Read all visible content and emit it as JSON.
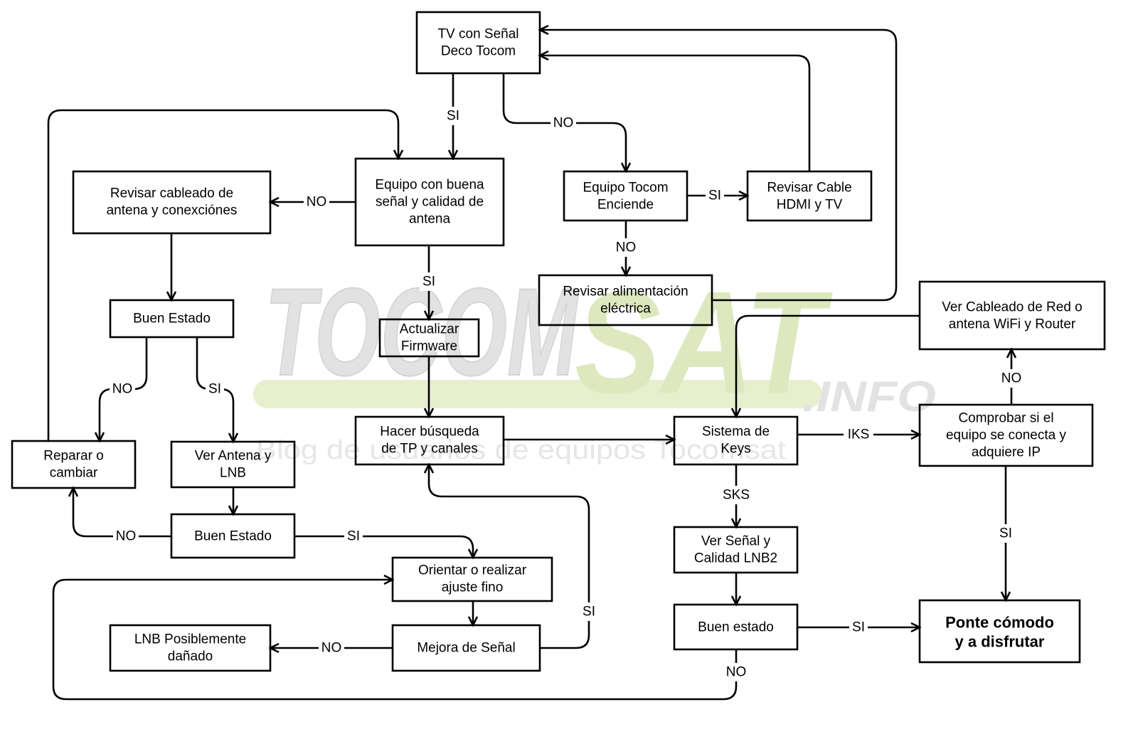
{
  "colors": {
    "line": "#000000",
    "watermark_gray": "#e2e2e2",
    "watermark_green": "#dde8bf",
    "watermark_swoosh": "#e7efcf"
  },
  "watermark": {
    "brand_part1": "TOCOM",
    "brand_part2": "SAT",
    "brand_suffix": ".INFO",
    "tagline": "Blog de usuarios de equipos Tocomsat"
  },
  "nodes": {
    "tv": {
      "lines": [
        "TV con Señal",
        "Deco Tocom"
      ]
    },
    "equipo_senal": {
      "lines": [
        "Equipo con buena",
        "señal y calidad de",
        "antena"
      ]
    },
    "revisar_cableado": {
      "lines": [
        "Revisar cableado de",
        "antena y conexciónes"
      ]
    },
    "equipo_enciende": {
      "lines": [
        "Equipo Tocom",
        "Enciende"
      ]
    },
    "revisar_hdmi": {
      "lines": [
        "Revisar Cable",
        "HDMI y TV"
      ]
    },
    "revisar_alimentacion": {
      "lines": [
        "Revisar alimentación",
        "eléctrica"
      ]
    },
    "buen_estado_1": {
      "lines": [
        "Buen Estado"
      ]
    },
    "actualizar_firmware": {
      "lines": [
        "Actualizar",
        "Firmware"
      ]
    },
    "ver_cableado_red": {
      "lines": [
        "Ver Cableado de Red o",
        "antena WiFi y Router"
      ]
    },
    "hacer_busqueda": {
      "lines": [
        "Hacer búsqueda",
        "de TP y canales"
      ]
    },
    "sistema_keys": {
      "lines": [
        "Sistema de",
        "Keys"
      ]
    },
    "comprobar_ip": {
      "lines": [
        "Comprobar si el",
        "equipo se conecta y",
        "adquiere IP"
      ]
    },
    "reparar": {
      "lines": [
        "Reparar o",
        "cambiar"
      ]
    },
    "ver_antena_lnb": {
      "lines": [
        "Ver Antena y",
        "LNB"
      ]
    },
    "buen_estado_2": {
      "lines": [
        "Buen Estado"
      ]
    },
    "ver_senal_lnb2": {
      "lines": [
        "Ver Señal y",
        "Calidad LNB2"
      ]
    },
    "orientar": {
      "lines": [
        "Orientar o realizar",
        "ajuste fino"
      ]
    },
    "lnb_danado": {
      "lines": [
        "LNB Posiblemente",
        "dañado"
      ]
    },
    "mejora_senal": {
      "lines": [
        "Mejora de Señal"
      ]
    },
    "buen_estado_3": {
      "lines": [
        "Buen estado"
      ]
    },
    "ponte_comodo": {
      "lines": [
        "Ponte cómodo",
        "y a disfrutar"
      ]
    }
  },
  "edges": {
    "tv_to_equipo_senal": {
      "label": "SI"
    },
    "tv_to_equipo_enciende": {
      "label": "NO"
    },
    "equipo_enciende_to_revisar_hdmi": {
      "label": "SI"
    },
    "revisar_hdmi_to_tv": {},
    "equipo_enciende_to_revisar_alimentacion": {
      "label": "NO"
    },
    "revisar_alimentacion_to_tv": {},
    "equipo_senal_to_revisar_cableado": {
      "label": "NO"
    },
    "equipo_senal_to_actualizar_firmware": {
      "label": "SI"
    },
    "actualizar_firmware_to_hacer_busqueda": {},
    "revisar_cableado_to_buen_estado_1": {},
    "buen_estado_1_to_reparar": {
      "label": "NO"
    },
    "buen_estado_1_to_ver_antena_lnb": {
      "label": "SI"
    },
    "reparar_to_equipo_senal": {},
    "ver_antena_lnb_to_buen_estado_2": {},
    "buen_estado_2_to_reparar": {
      "label": "NO"
    },
    "buen_estado_2_to_orientar": {
      "label": "SI"
    },
    "orientar_to_mejora_senal": {},
    "mejora_senal_to_lnb_danado": {
      "label": "NO"
    },
    "mejora_senal_to_hacer_busqueda": {
      "label": "SI"
    },
    "hacer_busqueda_to_sistema_keys": {},
    "ver_cableado_red_to_sistema_keys": {},
    "sistema_keys_to_comprobar_ip": {
      "label": "IKS"
    },
    "comprobar_ip_to_ver_cableado_red": {
      "label": "NO"
    },
    "comprobar_ip_to_ponte_comodo": {
      "label": "SI"
    },
    "sistema_keys_to_ver_senal_lnb2": {
      "label": "SKS"
    },
    "ver_senal_lnb2_to_buen_estado_3": {},
    "buen_estado_3_to_ponte_comodo": {
      "label": "SI"
    },
    "buen_estado_3_to_orientar": {
      "label": "NO"
    }
  }
}
